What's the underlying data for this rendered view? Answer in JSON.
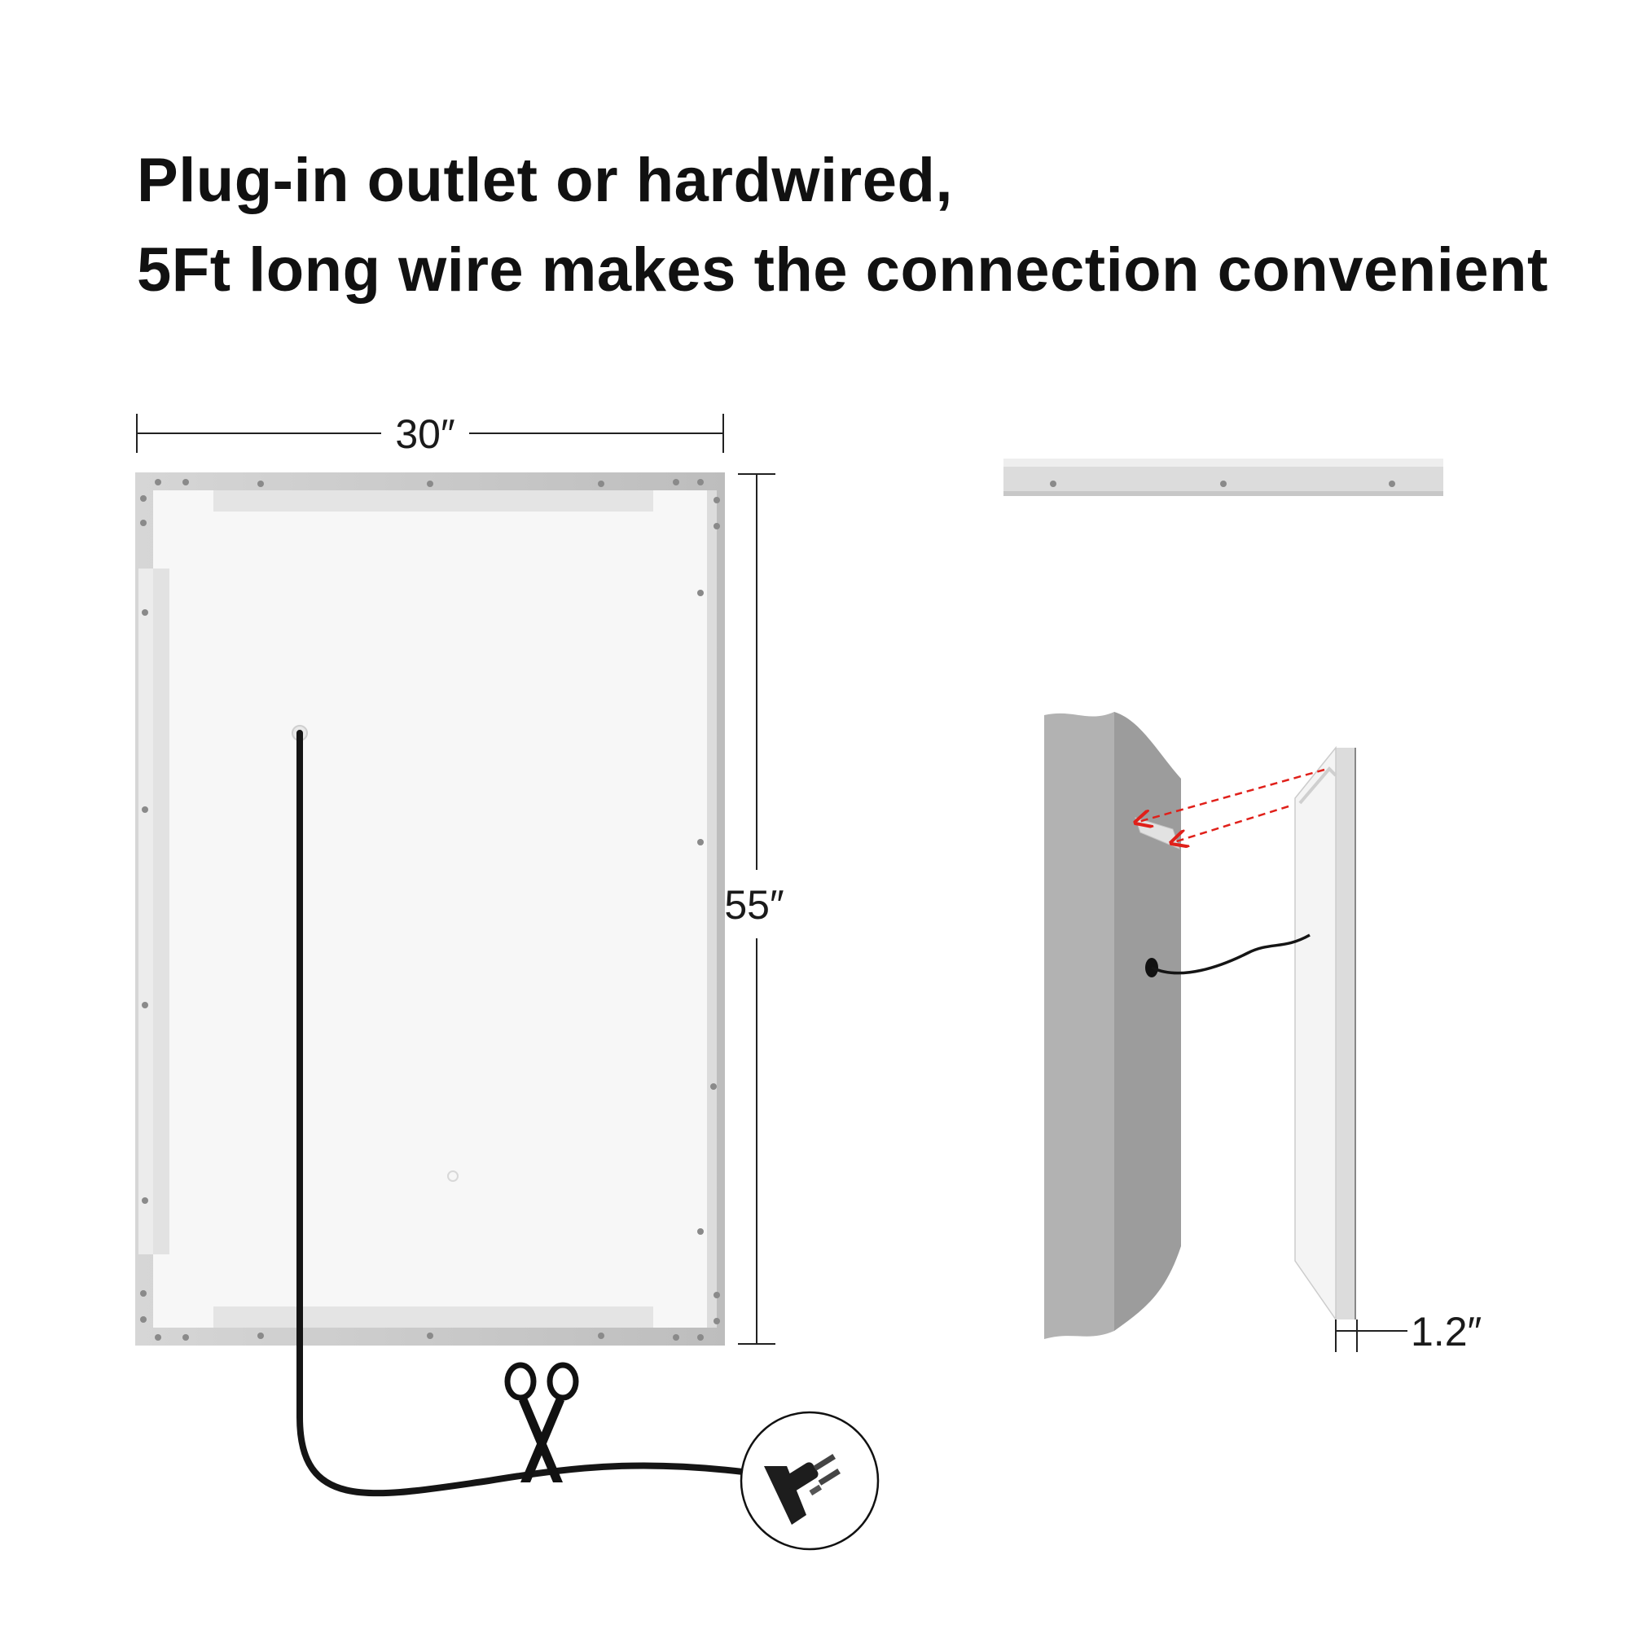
{
  "headline": {
    "line1": "Plug-in outlet or hardwired,",
    "line2": "5Ft long wire makes the connection convenient"
  },
  "dimensions": {
    "width": "30″",
    "height": "55″",
    "depth": "1.2″"
  },
  "icons": {
    "cut": "scissors-icon",
    "plug": "plug-icon"
  },
  "colors": {
    "frame": "#c9c9c9",
    "panel": "#f7f7f7",
    "wall": "#9c9c9c",
    "wall_side": "#b2b2b2",
    "arrow": "#e0201a",
    "cord": "#151515"
  }
}
